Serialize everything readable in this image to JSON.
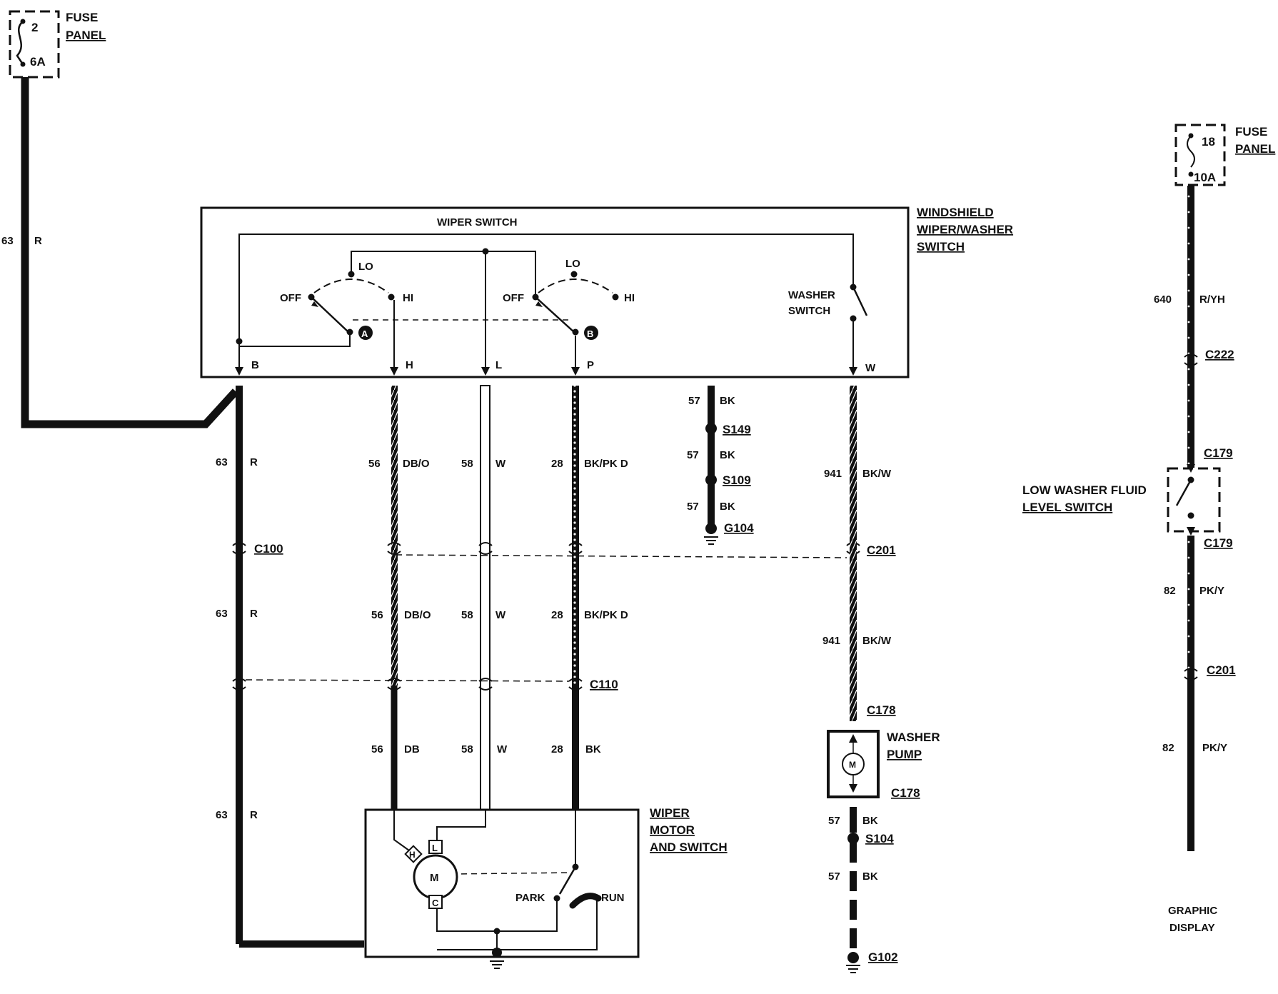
{
  "fuse_left": {
    "slot": "2",
    "rating": "6A",
    "label_line1": "FUSE",
    "label_line2": "PANEL"
  },
  "fuse_right": {
    "slot": "18",
    "rating": "10A",
    "label_line1": "FUSE",
    "label_line2": "PANEL"
  },
  "switch_box": {
    "title": "WIPER SWITCH",
    "label_line1": "WINDSHIELD",
    "label_line2": "WIPER/WASHER",
    "label_line3": "SWITCH",
    "off_a": "OFF",
    "lo_a": "LO",
    "hi_a": "HI",
    "off_b": "OFF",
    "lo_b": "LO",
    "hi_b": "HI",
    "contact_a": "A",
    "contact_b": "B",
    "washer_line1": "WASHER",
    "washer_line2": "SWITCH",
    "pin_b": "B",
    "pin_h": "H",
    "pin_l": "L",
    "pin_p": "P",
    "pin_w": "W"
  },
  "wires": {
    "feed_num": "63",
    "feed_color": "R",
    "r_num": "63",
    "r_color": "R",
    "dbo_num": "56",
    "dbo_color": "DB/O",
    "w_num": "58",
    "w_color": "W",
    "bkpk_num": "28",
    "bkpk_color": "BK/PK D",
    "db_color": "DB",
    "bk_color": "BK",
    "g_num": "57",
    "g_color": "BK",
    "bkw_num": "941",
    "bkw_color": "BK/W",
    "ryh_num": "640",
    "ryh_color": "R/YH",
    "pky_num": "82",
    "pky_color": "PK/Y"
  },
  "connectors": {
    "c100": "C100",
    "c110": "C110",
    "c201": "C201",
    "c178": "C178",
    "c222": "C222",
    "c179": "C179",
    "s149": "S149",
    "s109": "S109",
    "g104": "G104",
    "s104": "S104",
    "g102": "G102"
  },
  "motor": {
    "label_line1": "WIPER",
    "label_line2": "MOTOR",
    "label_line3": "AND SWITCH",
    "m": "M",
    "h": "H",
    "l": "L",
    "c": "C",
    "park": "PARK",
    "run": "RUN"
  },
  "pump": {
    "label_line1": "WASHER",
    "label_line2": "PUMP",
    "m": "M"
  },
  "fluid_switch": {
    "label_line1": "LOW WASHER FLUID",
    "label_line2": "LEVEL SWITCH"
  },
  "footer": {
    "line1": "GRAPHIC",
    "line2": "DISPLAY"
  }
}
